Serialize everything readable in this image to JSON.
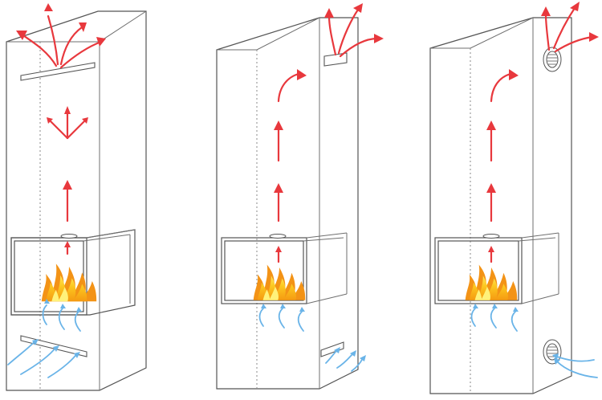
{
  "figure": {
    "panels": [
      {
        "id": "left",
        "inlet": "floor-slot-front",
        "outlet": "top-slot-front"
      },
      {
        "id": "middle",
        "inlet": "side-slot-bottom",
        "outlet": "side-slot-top"
      },
      {
        "id": "right",
        "inlet": "side-round-grille-bottom",
        "outlet": "side-round-grille-top"
      }
    ],
    "colors": {
      "hot_air": "#e8383d",
      "cold_air": "#6ab4e8",
      "flame_outer": "#f7a21b",
      "flame_inner": "#ffe14a",
      "outline": "#555555"
    }
  }
}
